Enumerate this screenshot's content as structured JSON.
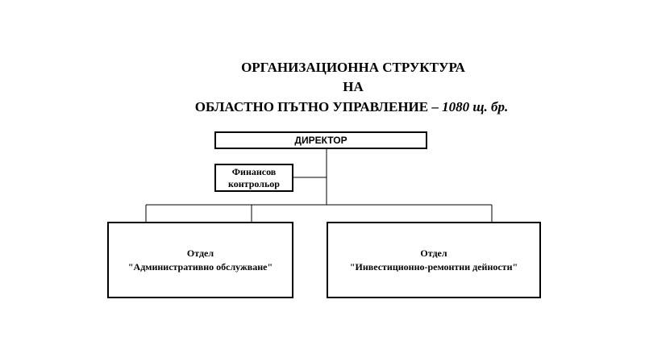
{
  "title": {
    "line1": "ОРГАНИЗАЦИОННА СТРУКТУРА",
    "line2": "НА",
    "line3_main": "ОБЛАСТНО ПЪТНО УПРАВЛЕНИЕ –",
    "line3_italic": "1080 щ. бр."
  },
  "nodes": {
    "director": "ДИРЕКТОР",
    "controller_line1": "Финансов",
    "controller_line2": "контрольор",
    "dept_admin_line1": "Отдел",
    "dept_admin_line2": "\"Административно обслужване\"",
    "dept_invest_line1": "Отдел",
    "dept_invest_line2": "\"Инвестиционно-ремонтни дейности\""
  }
}
